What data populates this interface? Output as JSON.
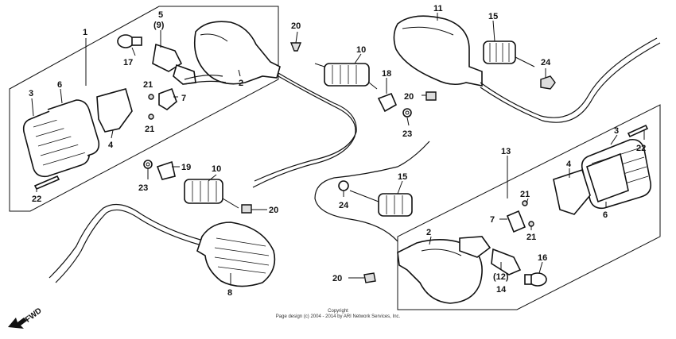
{
  "copyright": {
    "line1": "Copyright",
    "line2": "Page design (c) 2004 - 2014 by ARI Network Services, Inc."
  },
  "fwd_label": "FWD",
  "callouts": {
    "c1": "1",
    "c2": "2",
    "c3": "3",
    "c4": "4",
    "c5": "5",
    "c9": "(9)",
    "c6": "6",
    "c7": "7",
    "c17": "17",
    "c21a": "21",
    "c21b": "21",
    "c22a": "22",
    "c20a": "20",
    "c10a": "10",
    "c18": "18",
    "c20b": "20",
    "c23a": "23",
    "c11": "11",
    "c15a": "15",
    "c24a": "24",
    "c19": "19",
    "c10b": "10",
    "c23b": "23",
    "c20c": "20",
    "c8": "8",
    "c13": "13",
    "c3b": "3",
    "c22b": "22",
    "c4b": "4",
    "c21c": "21",
    "c7b": "7",
    "c21d": "21",
    "c6b": "6",
    "c15b": "15",
    "c24b": "24",
    "c2b": "2",
    "c12": "(12)",
    "c14": "14",
    "c16": "16",
    "c20d": "20"
  }
}
